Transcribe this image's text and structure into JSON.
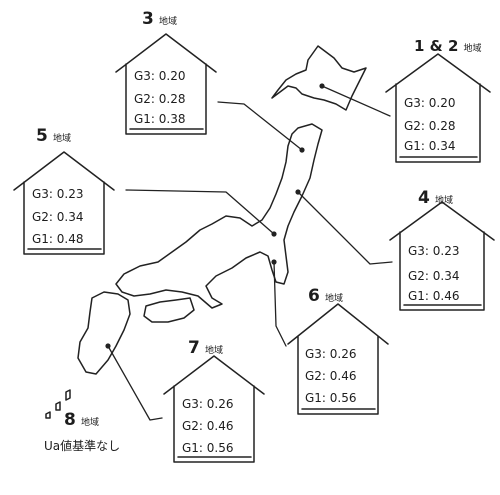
{
  "houses": [
    {
      "id": "r3",
      "number": "3",
      "suffix": "地域",
      "rows": [
        "G3: 0.20",
        "G2: 0.28",
        "G1: 0.38"
      ]
    },
    {
      "id": "r12",
      "number": "1 & 2",
      "suffix": "地域",
      "rows": [
        "G3: 0.20",
        "G2: 0.28",
        "G1: 0.34"
      ]
    },
    {
      "id": "r5",
      "number": "5",
      "suffix": "地域",
      "rows": [
        "G3: 0.23",
        "G2: 0.34",
        "G1: 0.48"
      ]
    },
    {
      "id": "r4",
      "number": "4",
      "suffix": "地域",
      "rows": [
        "G3: 0.23",
        "G2: 0.34",
        "G1: 0.46"
      ]
    },
    {
      "id": "r6",
      "number": "6",
      "suffix": "地域",
      "rows": [
        "G3: 0.26",
        "G2: 0.46",
        "G1: 0.56"
      ]
    },
    {
      "id": "r7",
      "number": "7",
      "suffix": "地域",
      "rows": [
        "G3: 0.26",
        "G2: 0.46",
        "G1: 0.56"
      ]
    }
  ],
  "region8": {
    "number": "8",
    "suffix": "地域",
    "note": "Ua値基準なし"
  },
  "colors": {
    "stroke": "#222222",
    "background": "#ffffff"
  }
}
